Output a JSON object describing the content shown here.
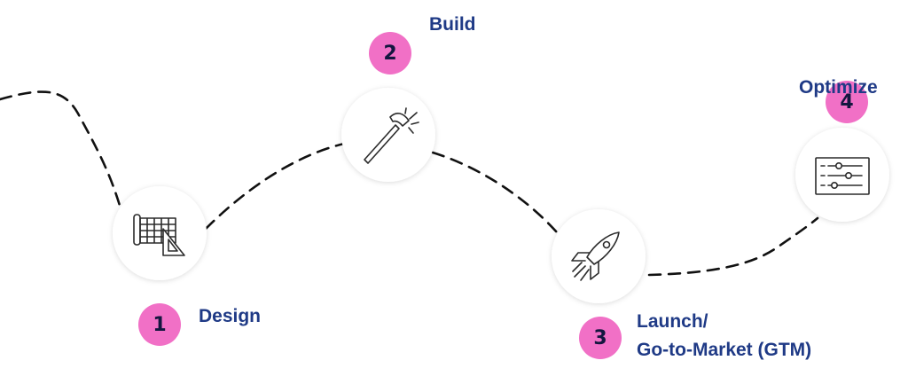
{
  "steps": [
    {
      "number": "1",
      "label": "Design",
      "icon": "blueprint-icon"
    },
    {
      "number": "2",
      "label": "Build",
      "icon": "hammer-icon"
    },
    {
      "number": "3",
      "label_line1": "Launch/",
      "label_line2": "Go-to-Market (GTM)",
      "icon": "rocket-icon"
    },
    {
      "number": "4",
      "label": "Optimize",
      "icon": "sliders-icon"
    }
  ],
  "colors": {
    "badge": "#f170c6",
    "badge_text": "#14163f",
    "label_text": "#1f3a86",
    "path": "#111111",
    "icon_stroke": "#2b2b2b"
  }
}
